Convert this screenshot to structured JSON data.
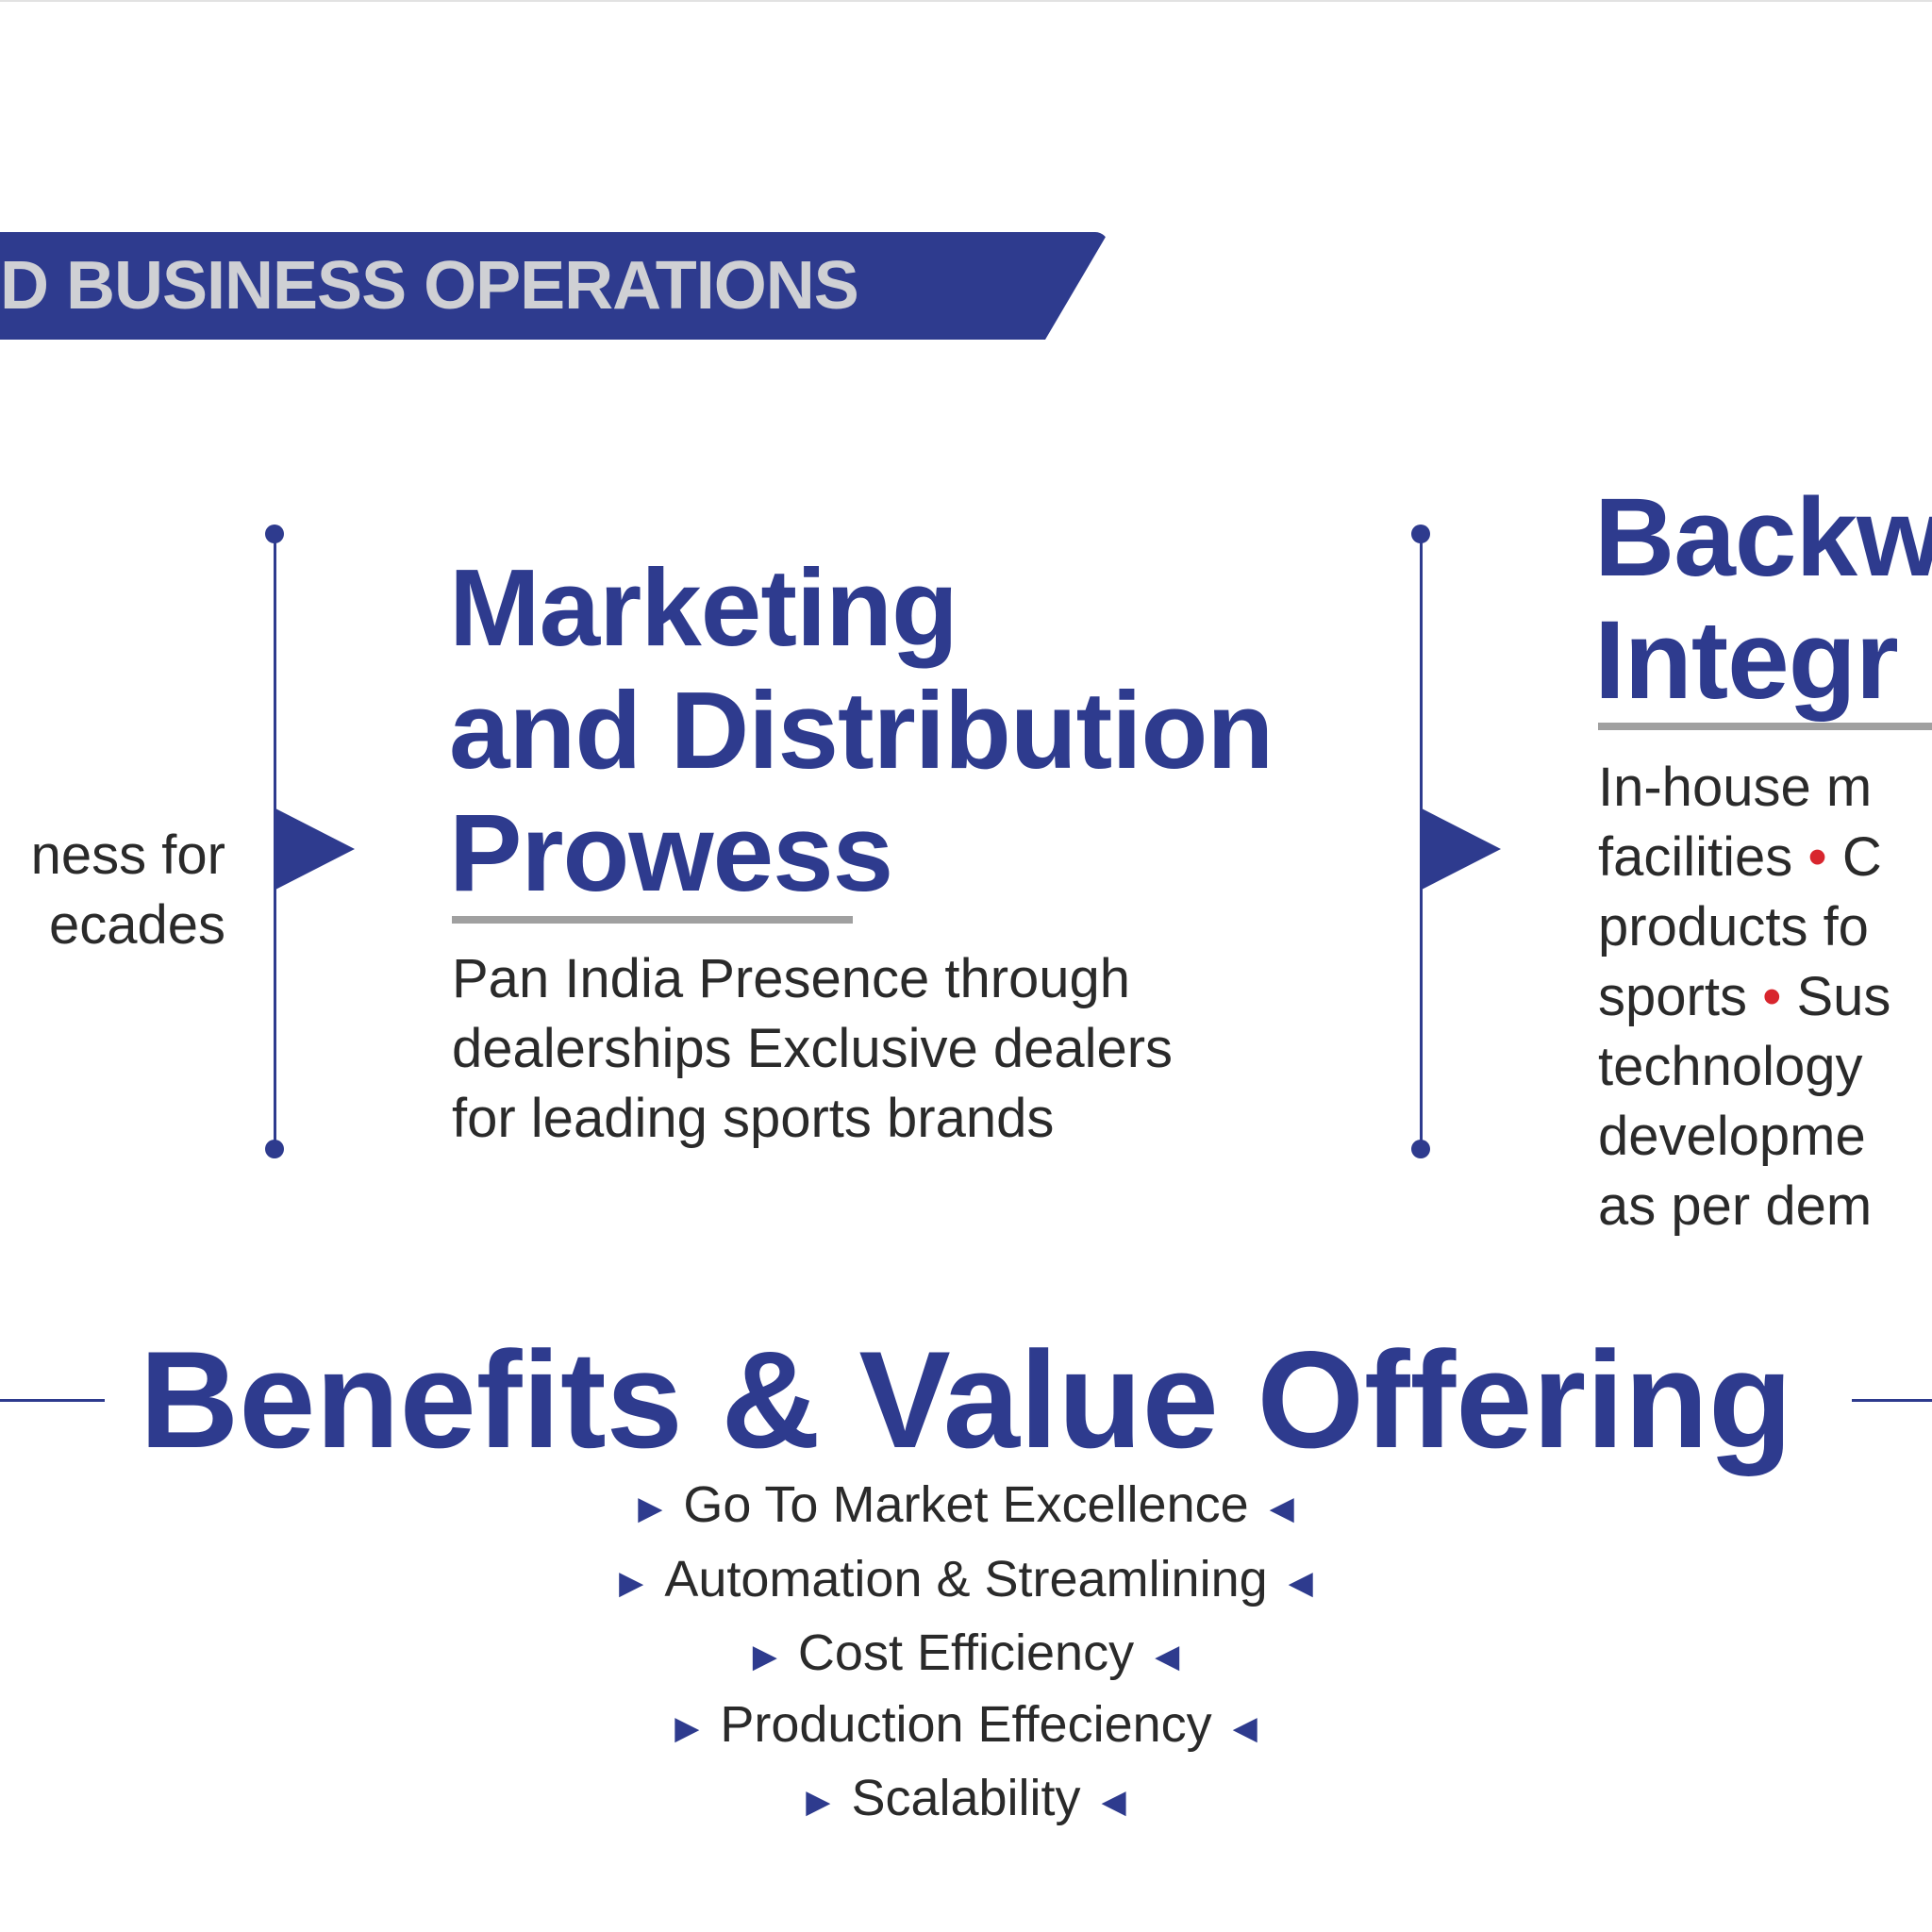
{
  "banner": {
    "title": "D BUSINESS OPERATIONS"
  },
  "left_column": {
    "lines": [
      "ness for",
      "ecades"
    ]
  },
  "marketing": {
    "title_lines": [
      "Marketing",
      "and Distribution",
      "Prowess"
    ],
    "body_lines": [
      "Pan India Presence through",
      "dealerships Exclusive dealers",
      "for leading sports brands"
    ]
  },
  "backward": {
    "title_lines": [
      "Backw",
      "Integr"
    ],
    "body_lines": [
      {
        "pre": "In-house m",
        "post": ""
      },
      {
        "pre": "facilities ",
        "post": " C"
      },
      {
        "pre": "products fo",
        "post": ""
      },
      {
        "pre": "sports ",
        "post": " Sus"
      },
      {
        "pre": "technology",
        "post": ""
      },
      {
        "pre": "developme",
        "post": ""
      },
      {
        "pre": "as per dem",
        "post": ""
      }
    ],
    "separator": "•"
  },
  "benefits": {
    "heading": "Benefits & Value Offering",
    "arrow_right": "▶",
    "arrow_left": "◀",
    "items": [
      "Go To Market Excellence",
      "Automation & Streamlining",
      "Cost Efficiency",
      "Production Effeciency",
      "Scalability"
    ]
  },
  "colors": {
    "brand": "#2e3b8e",
    "accent_dot": "#d8262e",
    "underline": "#a0a0a0"
  }
}
